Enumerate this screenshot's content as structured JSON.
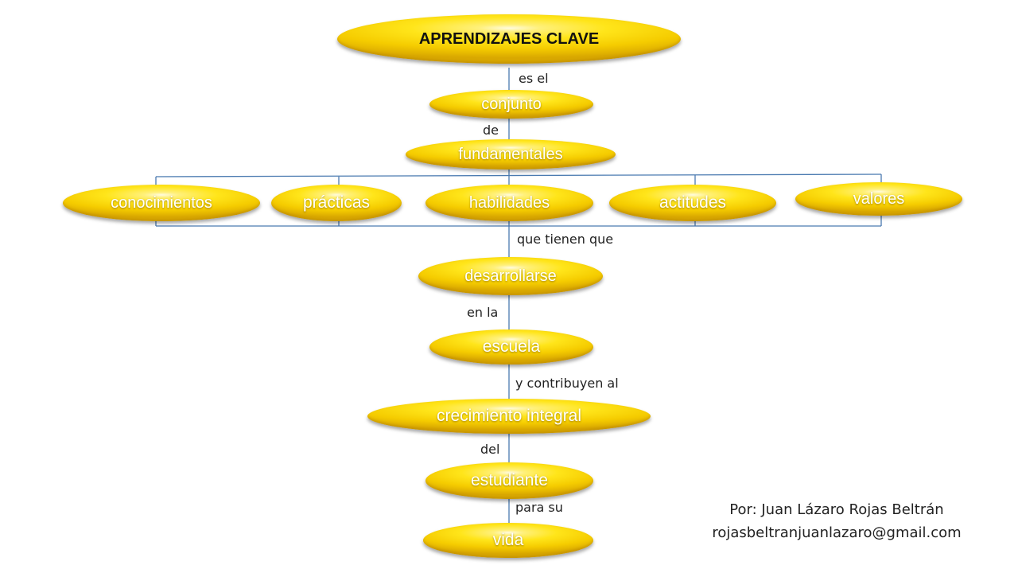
{
  "diagram": {
    "title": "APRENDIZAJES CLAVE",
    "nodes": {
      "conjunto": "conjunto",
      "fundamentales": "fundamentales",
      "conocimientos": "conocimientos",
      "practicas": "prácticas",
      "habilidades": "habilidades",
      "actitudes": "actitudes",
      "valores": "valores",
      "desarrollarse": "desarrollarse",
      "escuela": "escuela",
      "crecimiento_integral": "crecimiento integral",
      "estudiante": "estudiante",
      "vida": "vida"
    },
    "links": {
      "es_el": "es el",
      "de": "de",
      "que_tienen_que": "que tienen que",
      "en_la": "en la",
      "y_contribuyen_al": "y contribuyen al",
      "del": "del",
      "para_su": "para su"
    }
  },
  "credit": {
    "author": "Por: Juan Lázaro Rojas Beltrán",
    "email": "rojasbeltranjuanlazaro@gmail.com"
  },
  "colors": {
    "node_fill": "#ffe51a",
    "connector": "#4a7ab0",
    "node_text": "#ffffff",
    "title_text": "#111111"
  }
}
